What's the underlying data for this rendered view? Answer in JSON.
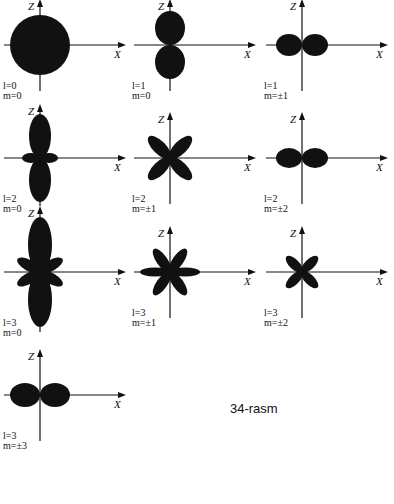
{
  "diagram": {
    "caption": "34-rasm",
    "labels": [
      "Z",
      "X",
      "l=0",
      "m=0",
      "Z",
      "X",
      "l=1",
      "m=0",
      "Z",
      "X",
      "l=1",
      "m=±1",
      "Z",
      "X",
      "l=2",
      "m=0",
      "Z",
      "X",
      "l=2",
      "m=±1",
      "Z",
      "X",
      "l=2",
      "m=±2",
      "Z",
      "X",
      "l=3",
      "m=0",
      "Z",
      "X",
      "l=3",
      "m=±1",
      "Z",
      "X",
      "l=3",
      "m=±2",
      "Z",
      "X",
      "l=3",
      "m=±3"
    ]
  }
}
